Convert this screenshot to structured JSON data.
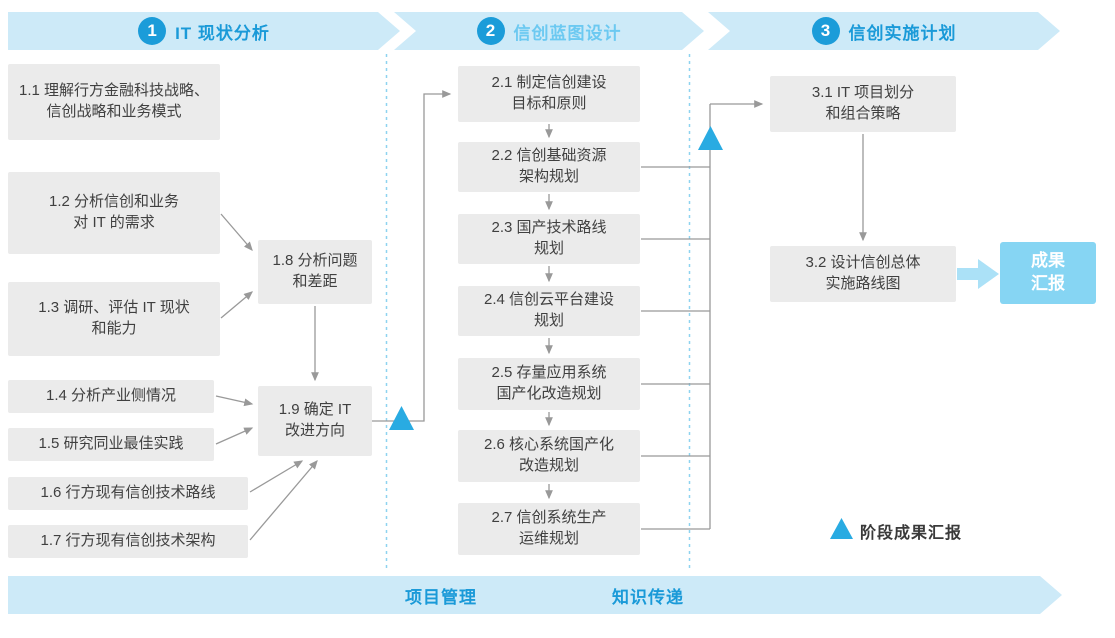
{
  "colors": {
    "banner_bg": "#cdeaf8",
    "accent_blue": "#1a9ad8",
    "phase2_title_blue": "#6cc9f1",
    "node_bg": "#ebebeb",
    "node_text": "#404040",
    "connector_gray": "#999999",
    "milestone_triangle": "#29abe2",
    "result_box_bg": "#86d5f3"
  },
  "phases": [
    {
      "number": "1",
      "title": "IT 现状分析"
    },
    {
      "number": "2",
      "title": "信创蓝图设计"
    },
    {
      "number": "3",
      "title": "信创实施计划"
    }
  ],
  "phase1": {
    "boxes": [
      {
        "id": "1.1",
        "label": "1.1 理解行方金融科技战略、\n信创战略和业务模式"
      },
      {
        "id": "1.2",
        "label": "1.2 分析信创和业务\n对 IT 的需求"
      },
      {
        "id": "1.3",
        "label": "1.3 调研、评估 IT 现状\n和能力"
      },
      {
        "id": "1.4",
        "label": "1.4 分析产业侧情况"
      },
      {
        "id": "1.5",
        "label": "1.5 研究同业最佳实践"
      },
      {
        "id": "1.6",
        "label": "1.6 行方现有信创技术路线"
      },
      {
        "id": "1.7",
        "label": "1.7 行方现有信创技术架构"
      },
      {
        "id": "1.8",
        "label": "1.8 分析问题\n和差距"
      },
      {
        "id": "1.9",
        "label": "1.9 确定 IT\n改进方向"
      }
    ]
  },
  "phase2": {
    "boxes": [
      {
        "id": "2.1",
        "label": "2.1 制定信创建设\n目标和原则"
      },
      {
        "id": "2.2",
        "label": "2.2 信创基础资源\n架构规划"
      },
      {
        "id": "2.3",
        "label": "2.3 国产技术路线\n规划"
      },
      {
        "id": "2.4",
        "label": "2.4 信创云平台建设\n规划"
      },
      {
        "id": "2.5",
        "label": "2.5 存量应用系统\n国产化改造规划"
      },
      {
        "id": "2.6",
        "label": "2.6 核心系统国产化\n改造规划"
      },
      {
        "id": "2.7",
        "label": "2.7 信创系统生产\n运维规划"
      }
    ]
  },
  "phase3": {
    "boxes": [
      {
        "id": "3.1",
        "label": "3.1 IT 项目划分\n和组合策略"
      },
      {
        "id": "3.2",
        "label": "3.2 设计信创总体\n实施路线图"
      }
    ],
    "result_label": "成果\n汇报"
  },
  "legend": {
    "label": "阶段成果汇报"
  },
  "footer": {
    "project_mgmt": "项目管理",
    "knowledge_transfer": "知识传递"
  }
}
